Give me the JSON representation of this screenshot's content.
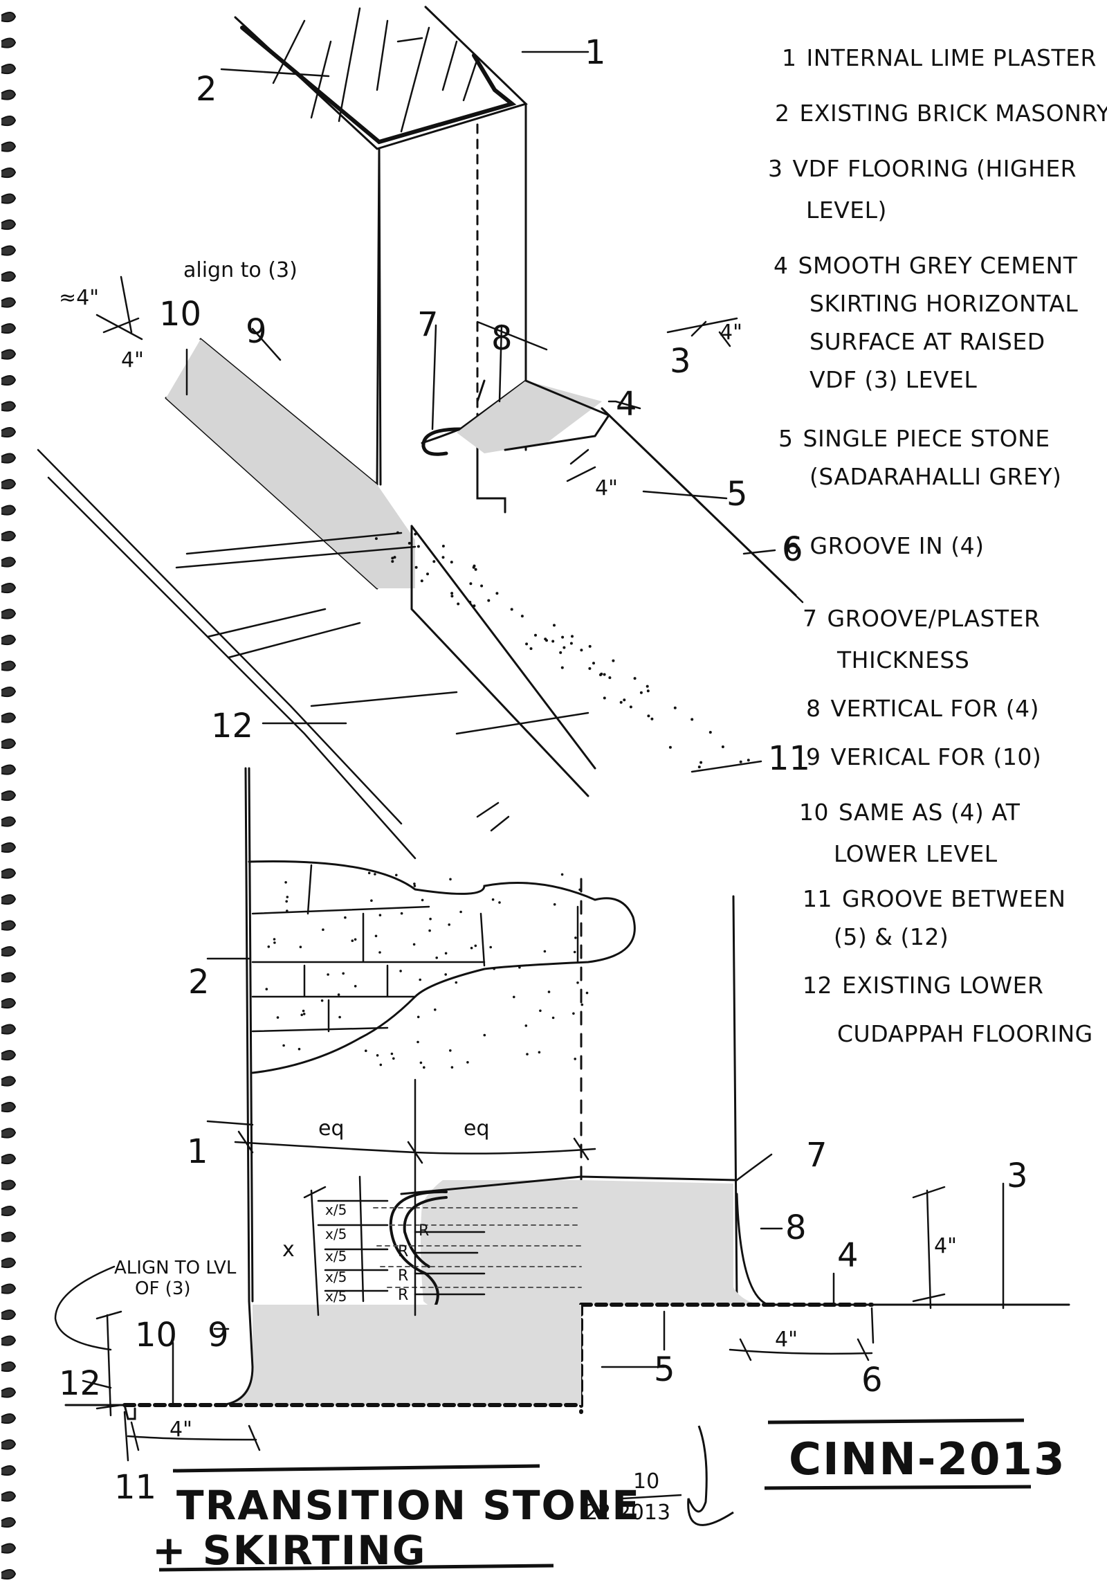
{
  "legend": [
    {
      "n": "1",
      "text": "INTERNAL LIME PLASTER"
    },
    {
      "n": "2",
      "text": "EXISTING BRICK MASONRY"
    },
    {
      "n": "3",
      "text": "VDF FLOORING (HIGHER",
      "text2": "LEVEL)"
    },
    {
      "n": "4",
      "text": "SMOOTH GREY CEMENT",
      "text2": "SKIRTING HORIZONTAL",
      "text3": "SURFACE AT RAISED",
      "text4": "VDF (3) LEVEL"
    },
    {
      "n": "5",
      "text": "SINGLE PIECE STONE",
      "text2": "(SADARAHALLI GREY)"
    },
    {
      "n": "6",
      "text": "GROOVE IN (4)"
    },
    {
      "n": "7",
      "text": "GROOVE/PLASTER",
      "text2": "THICKNESS"
    },
    {
      "n": "8",
      "text": "VERTICAL FOR (4)"
    },
    {
      "n": "9",
      "text": "VERICAL FOR (10)"
    },
    {
      "n": "10",
      "text": "SAME AS (4) AT",
      "text2": "LOWER LEVEL"
    },
    {
      "n": "11",
      "text": "GROOVE BETWEEN",
      "text2": "(5) & (12)"
    },
    {
      "n": "12",
      "text": "EXISTING LOWER",
      "text2": "CUDAPPAH FLOORING"
    }
  ],
  "iso_callouts": {
    "c1": "1",
    "c2": "2",
    "c3": "3",
    "c4": "4",
    "c5": "5",
    "c6": "6",
    "c7": "7",
    "c8": "8",
    "c9": "9",
    "c10": "10",
    "c11": "11",
    "c12": "12"
  },
  "iso_dims": {
    "d1": "≈4\"",
    "d2": "4\"",
    "d3": "4\"",
    "d4": "4\"",
    "align": "align to (3)"
  },
  "section_callouts": {
    "c1": "1",
    "c2": "2",
    "c3": "3",
    "c4": "4",
    "c5": "5",
    "c6": "6",
    "c7": "7",
    "c8": "8",
    "c9": "9",
    "c10": "10",
    "c11": "11",
    "c12": "12"
  },
  "section_dims": {
    "eq1": "eq",
    "eq2": "eq",
    "x": "x",
    "x5a": "x/5",
    "x5b": "x/5",
    "x5c": "x/5",
    "x5d": "x/5",
    "x5e": "x/5",
    "r1": "R",
    "r2": "R",
    "r3": "R",
    "r4": "R",
    "d4a": "4\"",
    "d4b": "4\"",
    "d4c": "4\"",
    "align": "ALIGN TO LVL",
    "align2": "OF (3)"
  },
  "title_block": {
    "title1": "TRANSITION STONE",
    "title2": "+ SKIRTING",
    "date_num": "10",
    "date_rest": "22 2013",
    "stamp": "CINN-2013"
  }
}
